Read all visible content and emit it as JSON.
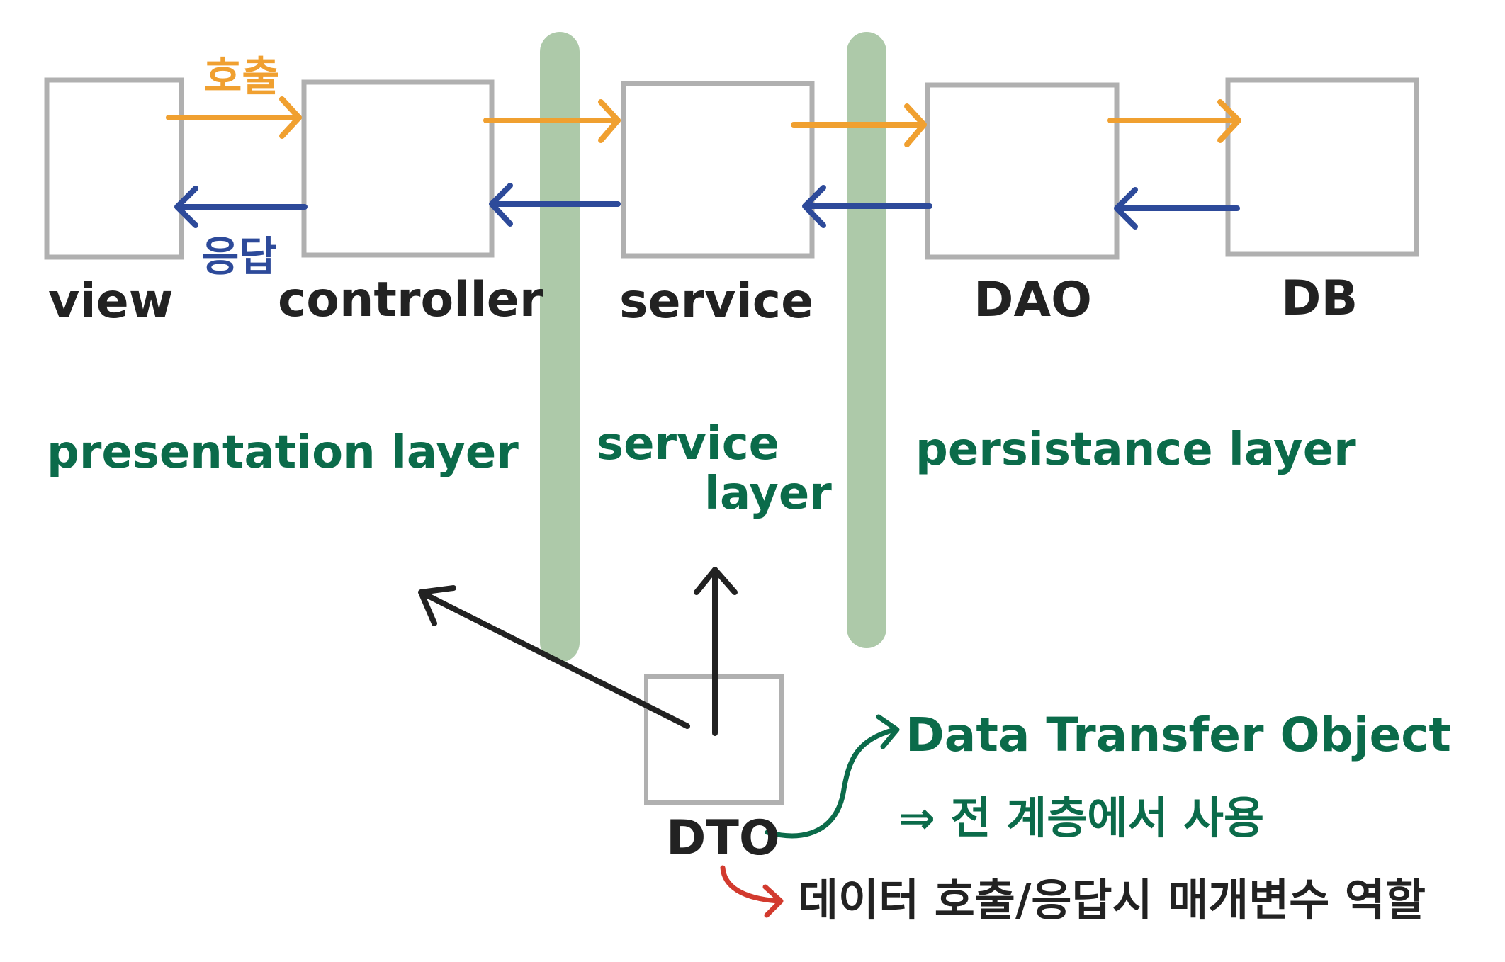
{
  "colors": {
    "box_stroke": "#b0b0b0",
    "call_arrow": "#f0a030",
    "response_arrow": "#2d4a9a",
    "layer_divider": "#adc9a9",
    "layer_text": "#0b6b4a",
    "black_text": "#222222",
    "red_arrow": "#d23a2e"
  },
  "components": [
    {
      "id": "view",
      "label": "view"
    },
    {
      "id": "controller",
      "label": "controller"
    },
    {
      "id": "service",
      "label": "service"
    },
    {
      "id": "dao",
      "label": "DAO"
    },
    {
      "id": "db",
      "label": "DB"
    }
  ],
  "flow_labels": {
    "call": "호출",
    "response": "응답"
  },
  "layers": {
    "presentation": "presentation layer",
    "service_line1": "service",
    "service_line2": "layer",
    "persistence": "persistance layer"
  },
  "dto": {
    "label": "DTO",
    "full_name": "Data Transfer Object",
    "usage_note": "⇒ 전 계층에서 사용",
    "role_note": "데이터 호출/응답시 매개변수 역할"
  }
}
